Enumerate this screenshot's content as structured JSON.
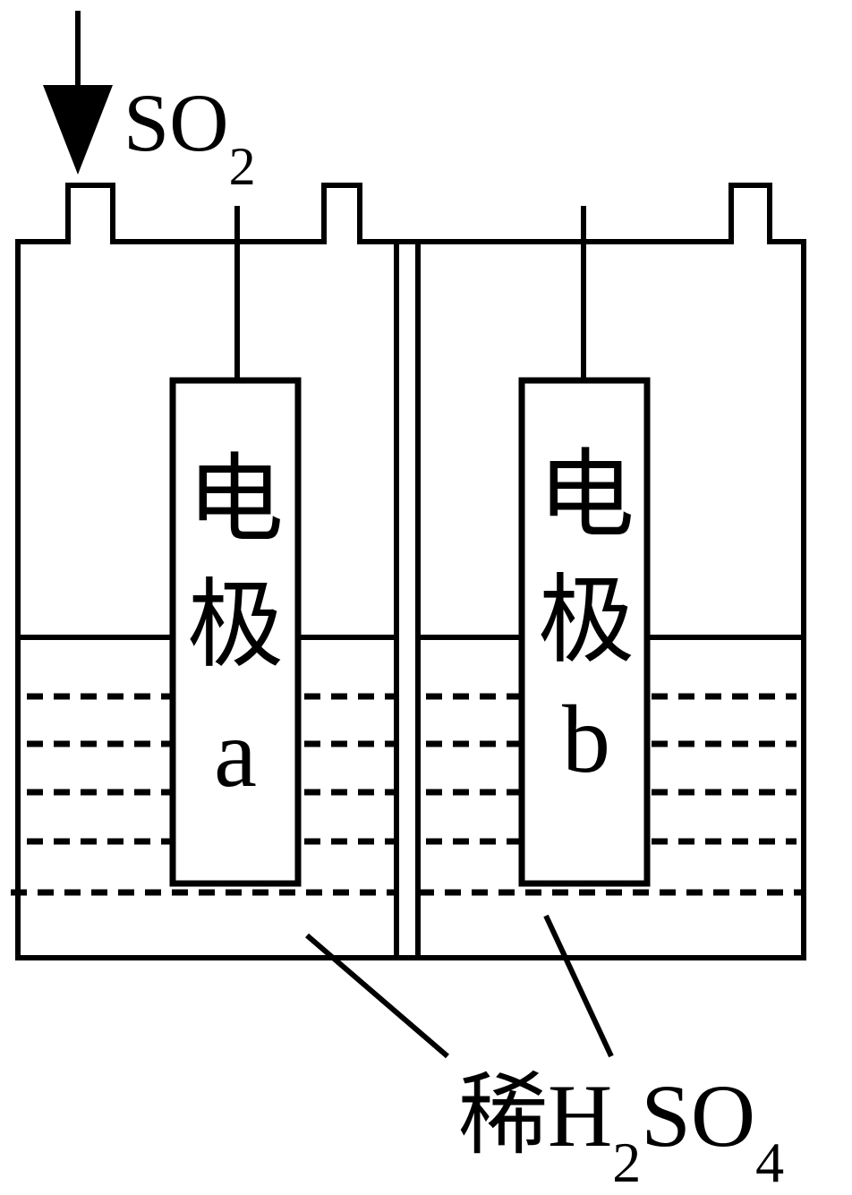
{
  "inlet": {
    "formula_main": "SO",
    "formula_sub": "2"
  },
  "electrode_a": {
    "char1": "电",
    "char2": "极",
    "letter": "a"
  },
  "electrode_b": {
    "char1": "电",
    "char2": "极",
    "letter": "b"
  },
  "electrolyte": {
    "prefix": "稀",
    "h": "H",
    "h_sub": "2",
    "so": "SO",
    "so_sub": "4"
  },
  "colors": {
    "stroke": "#000000",
    "background": "#ffffff"
  }
}
